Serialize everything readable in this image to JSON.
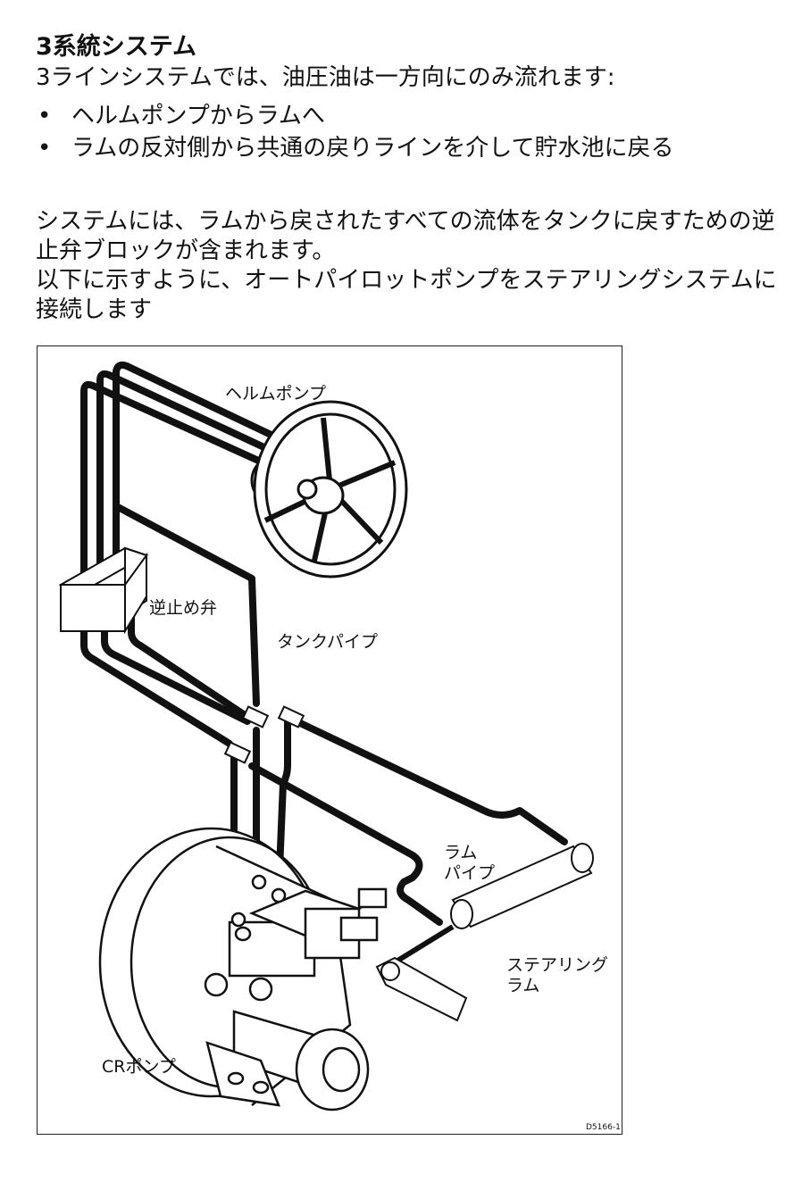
{
  "title": "3系統システム",
  "intro": "3ラインシステムでは、油圧油は一方向にのみ流れます:",
  "bullets": [
    "ヘルムポンプからラムへ",
    "ラムの反対側から共通の戻りラインを介して貯水池に戻る"
  ],
  "paragraph": "システムには、ラムから戻されたすべての流体をタンクに戻すための逆止弁ブロックが含まれます。\n以下に示すように、オートパイロットポンプをステアリングシステムに接続します",
  "figure": {
    "labels": {
      "helm_pump": "ヘルムポンプ",
      "check_valve": "逆止め弁",
      "tank_pipe": "タンクパイプ",
      "ram_pipe": "ラム\nパイプ",
      "steering_ram": "ステアリング\nラム",
      "cr_pump": "CRポンプ"
    },
    "drawing_code": "D5166-1"
  }
}
